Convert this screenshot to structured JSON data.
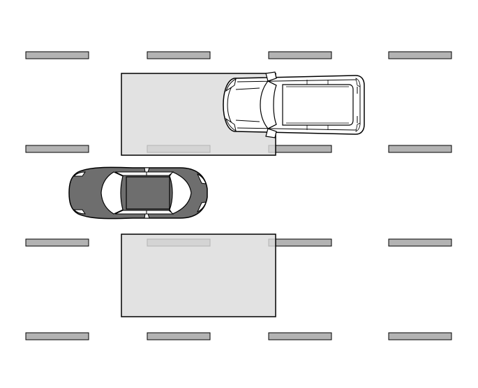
{
  "colors": {
    "background": "#ffffff",
    "lane_marking_fill": "#b3b3b3",
    "zone_fill": "#dcdcdc",
    "outline": "#000000",
    "sedan_body": "#6e6e6e",
    "sedan_glass": "#ffffff",
    "suv_body": "#ffffff"
  },
  "elements": {
    "lane_markings": "lane-markings",
    "zones": [
      "highlight-zone-upper",
      "highlight-zone-lower"
    ],
    "vehicles": [
      {
        "kind": "sedan",
        "heading": "right",
        "shading": "dark"
      },
      {
        "kind": "suv",
        "heading": "left",
        "shading": "white"
      }
    ]
  }
}
